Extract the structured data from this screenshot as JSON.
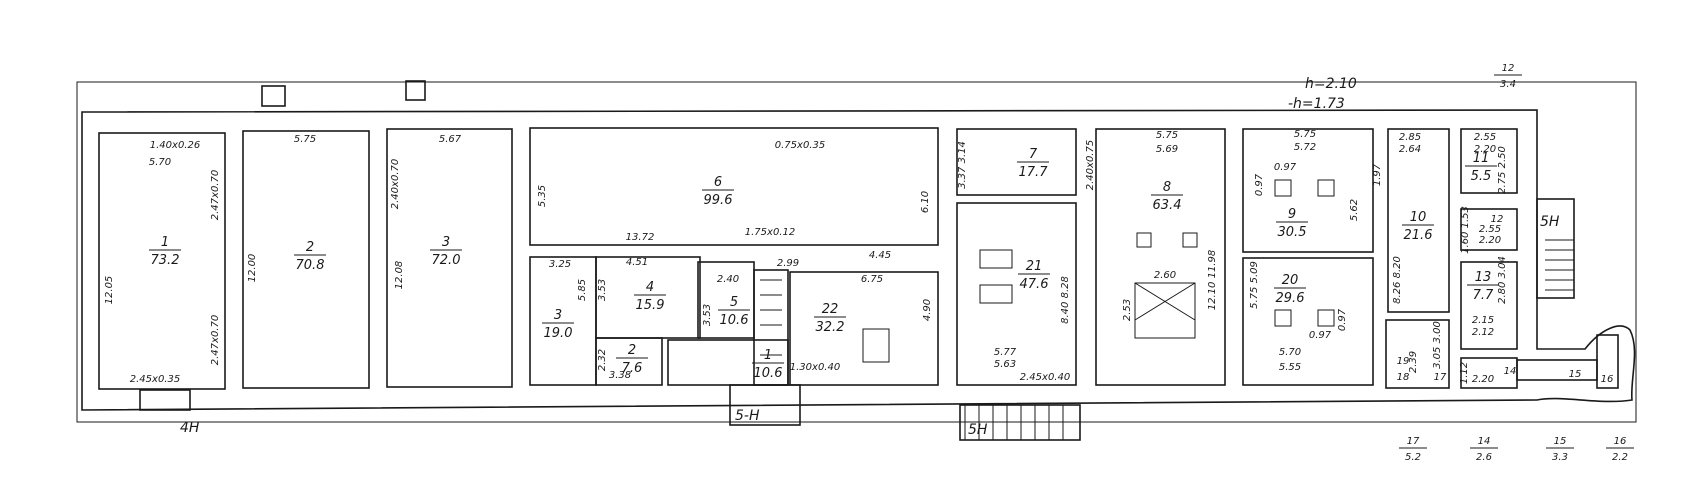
{
  "annotations": {
    "h": "h=2.10",
    "minus_h": "-h=1.73",
    "entrance_4n": "4Н",
    "entrance_5n_a": "5-Н",
    "entrance_5n_b": "5Н",
    "entrance_5n_c": "5Н"
  },
  "rooms": [
    {
      "number": "1",
      "area": "73.2"
    },
    {
      "number": "2",
      "area": "70.8"
    },
    {
      "number": "3",
      "area": "72.0"
    },
    {
      "number": "6",
      "area": "99.6"
    },
    {
      "number": "3",
      "area": "19.0"
    },
    {
      "number": "4",
      "area": "15.9"
    },
    {
      "number": "5",
      "area": "10.6"
    },
    {
      "number": "2",
      "area": "7.6"
    },
    {
      "number": "1",
      "area": "10.6"
    },
    {
      "number": "22",
      "area": "32.2"
    },
    {
      "number": "7",
      "area": "17.7"
    },
    {
      "number": "21",
      "area": "47.6"
    },
    {
      "number": "8",
      "area": "63.4"
    },
    {
      "number": "9",
      "area": "30.5"
    },
    {
      "number": "20",
      "area": "29.6"
    },
    {
      "number": "10",
      "area": "21.6"
    },
    {
      "number": "11",
      "area": "5.5"
    },
    {
      "number": "13",
      "area": "7.7"
    }
  ],
  "legend": [
    {
      "number": "12",
      "area": "3.4"
    },
    {
      "number": "17",
      "area": "5.2"
    },
    {
      "number": "14",
      "area": "2.6"
    },
    {
      "number": "15",
      "area": "3.3"
    },
    {
      "number": "16",
      "area": "2.2"
    }
  ],
  "small_labels": [
    "12",
    "14",
    "15",
    "16",
    "17",
    "18",
    "19"
  ],
  "dimensions": [
    "1.40x0.26",
    "5.70",
    "2.47x0.70",
    "12.05",
    "2.45x0.35",
    "2.47x0.70",
    "5.75",
    "12.00",
    "5.67",
    "2.40x0.70",
    "12.08",
    "5.35",
    "0.75x0.35",
    "6.10",
    "13.72",
    "1.75x0.12",
    "4.45",
    "3.25",
    "4.51",
    "5.85",
    "3.53",
    "2.40",
    "3.53",
    "2.99",
    "6.75",
    "4.90",
    "2.32",
    "3.38",
    "1.30x0.40",
    "3.37 3.14",
    "2.40x0.75",
    "5.77",
    "5.63",
    "2.45x0.40",
    "8.40 8.28",
    "5.75",
    "5.69",
    "2.60",
    "2.53",
    "12.10 11.98",
    "5.75",
    "5.72",
    "0.97",
    "0.97",
    "5.62",
    "1.97",
    "5.75 5.09",
    "0.97",
    "0.97",
    "5.70",
    "5.55",
    "2.85",
    "2.64",
    "8.26 8.20",
    "3.05 3.00",
    "2.39",
    "2.55",
    "2.20",
    "2.75 2.50",
    "1.60 1.53",
    "2.55",
    "2.20",
    "2.80 3.04",
    "2.15",
    "2.12",
    "1.12",
    "2.20"
  ]
}
